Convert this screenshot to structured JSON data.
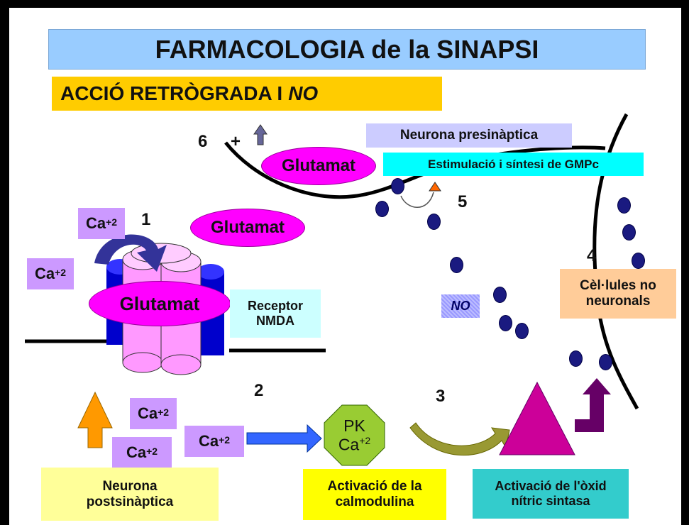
{
  "title": "FARMACOLOGIA de la SINAPSI",
  "subtitle": {
    "text": "ACCIÓ RETRÒGRADA I",
    "italic": "NO"
  },
  "numbers": {
    "n1": "1",
    "n2": "2",
    "n3": "3",
    "n4": "4",
    "n5": "5",
    "n6": "6"
  },
  "plus": "+",
  "calcium": {
    "base": "Ca",
    "charge": "+2"
  },
  "glutamat": "Glutamat",
  "labels": {
    "presynaptic": "Neurona presinàptica",
    "stimulation": "Estimulació i síntesi de GMPc",
    "receptor_line1": "Receptor",
    "receptor_line2": "NMDA",
    "no_label": "NO",
    "cells_line1": "Cèl·lules no",
    "cells_line2": "neuronals",
    "pk_line1": "PK",
    "postsynaptic_line1": "Neurona",
    "postsynaptic_line2": "postsinàptica",
    "calmodulin_line1": "Activació de la",
    "calmodulin_line2": "calmodulina",
    "nos_line1": "Activació de l'òxid",
    "nos_line2": "nítric sintasa"
  },
  "colors": {
    "title_bg": "#99ccff",
    "subtitle_bg": "#ffcc00",
    "calcium_bg": "#cc99ff",
    "glutamat": "#ff00ff",
    "presynaptic_bg": "#ccccff",
    "stimulation_bg": "#00ffff",
    "receptor_bg": "#ccffff",
    "cells_bg": "#ffcc99",
    "postsynaptic_bg": "#ffff99",
    "calmodulin_bg": "#ffff00",
    "nos_bg": "#33cccc",
    "pk_octagon": "#99cc33",
    "triangle": "#cc0099",
    "dots": "#1a1a80"
  }
}
